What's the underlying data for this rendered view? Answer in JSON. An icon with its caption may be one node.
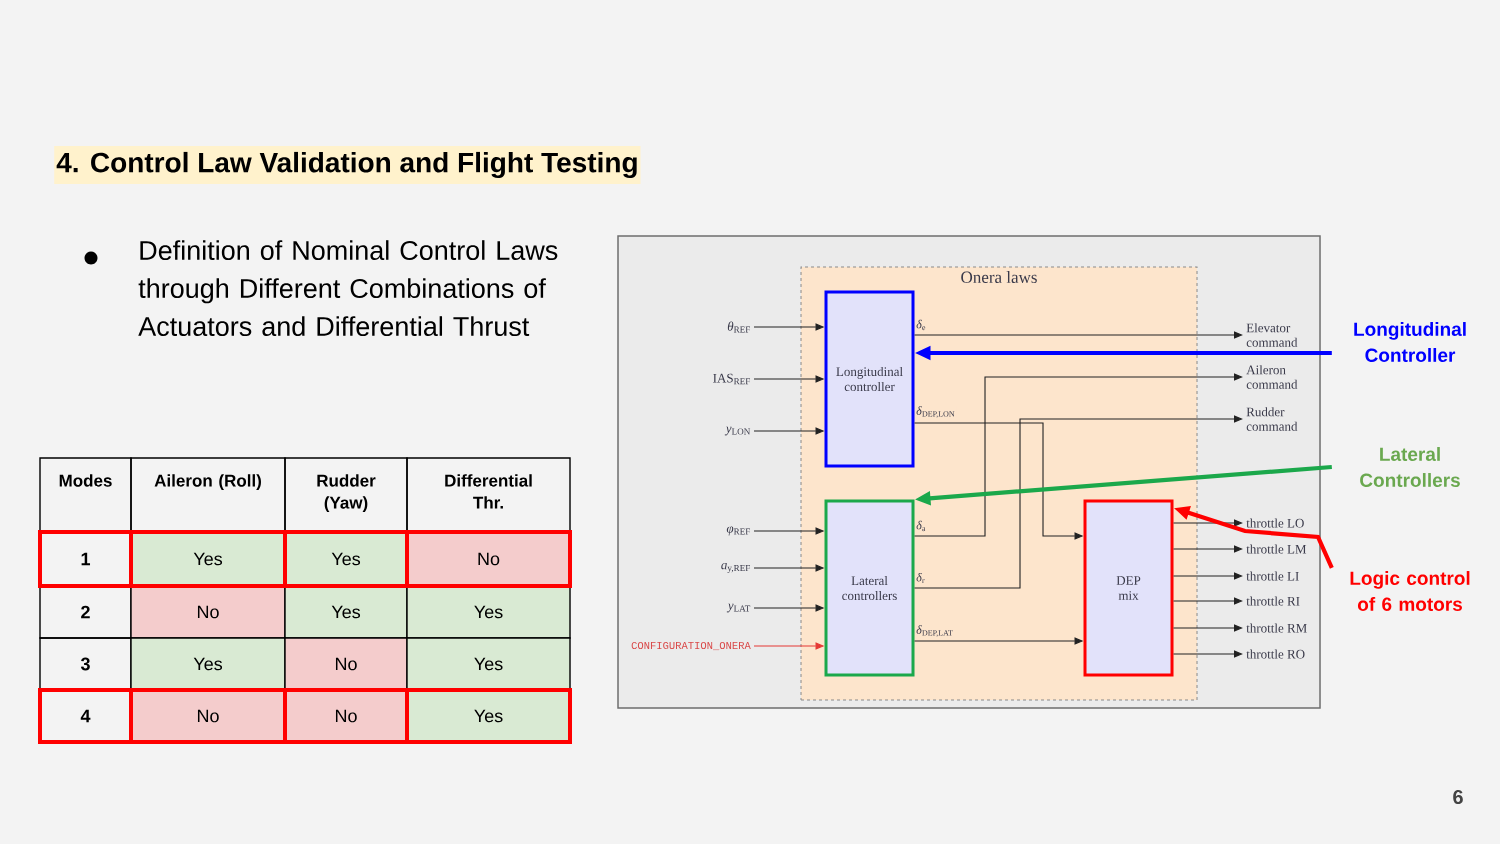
{
  "diagram": {
    "title": "4. Control Law Validation and Flight Testing",
    "nodes": [
      {
        "text": [
          "Onera laws"
        ]
      },
      {
        "text": [
          "Longitudinal controller"
        ],
        "in": 0
      },
      {
        "text": [
          "Lateral controllers"
        ],
        "in": 0
      },
      {
        "text": [
          "DEP mix"
        ],
        "in": 0
      },
      {
        "text": [
          "*θ*$_{REF}$"
        ]
      },
      {
        "text": [
          "IAS$_{REF}$"
        ]
      },
      {
        "text": [
          "*y*$_{LON}$"
        ]
      },
      {
        "text": [
          "*φ*$_{REF}$"
        ]
      },
      {
        "text": [
          "*a*$_{y,REF}$"
        ]
      },
      {
        "text": [
          "*y*$_{LAT}$"
        ]
      },
      {
        "text": [
          "CONFIGURATION_ONERA"
        ]
      },
      {
        "text": [
          "Elevator command"
        ]
      },
      {
        "text": [
          "Aileron command"
        ]
      },
      {
        "text": [
          "Rudder command"
        ]
      },
      {
        "text": [
          "throttle LO"
        ]
      },
      {
        "text": [
          "throttle LM"
        ]
      },
      {
        "text": [
          "throttle LI"
        ]
      },
      {
        "text": [
          "throttle RI"
        ]
      },
      {
        "text": [
          "throttle RM"
        ]
      },
      {
        "text": [
          "throttle RO"
        ]
      },
      {
        "text": [
          "Longitudinal Controller"
        ]
      },
      {
        "text": [
          "Lateral Controllers"
        ]
      },
      {
        "text": [
          "Logic control of 6 motors"
        ]
      }
    ],
    "edges": [
      {
        "from": 4,
        "to": 1,
        "arrow": "to"
      },
      {
        "from": 5,
        "to": 1,
        "arrow": "to"
      },
      {
        "from": 6,
        "to": 1,
        "arrow": "to"
      },
      {
        "from": 7,
        "to": 2,
        "arrow": "to"
      },
      {
        "from": 8,
        "to": 2,
        "arrow": "to"
      },
      {
        "from": 9,
        "to": 2,
        "arrow": "to"
      },
      {
        "from": 10,
        "to": 2,
        "arrow": "to",
        "color": "#e53935"
      },
      {
        "from": 1,
        "to": 11,
        "arrow": "to",
        "label": "*δ*$_{e}$"
      },
      {
        "from": 1,
        "to": 3,
        "arrow": "to",
        "label": "*δ*$_{DEP,LON}$"
      },
      {
        "from": 2,
        "to": 12,
        "arrow": "to",
        "label": "*δ*$_{a}$"
      },
      {
        "from": 2,
        "to": 13,
        "arrow": "to",
        "label": "*δ*$_{r}$"
      },
      {
        "from": 2,
        "to": 3,
        "arrow": "to",
        "label": "*δ*$_{DEP,LAT}$"
      },
      {
        "from": 3,
        "to": 14,
        "arrow": "to"
      },
      {
        "from": 3,
        "to": 15,
        "arrow": "to"
      },
      {
        "from": 3,
        "to": 16,
        "arrow": "to"
      },
      {
        "from": 3,
        "to": 17,
        "arrow": "to"
      },
      {
        "from": 3,
        "to": 18,
        "arrow": "to"
      },
      {
        "from": 3,
        "to": 19,
        "arrow": "to"
      },
      {
        "from": 20,
        "to": 1,
        "arrow": "to",
        "style": "thick",
        "color": "#0000ff"
      },
      {
        "from": 21,
        "to": 2,
        "arrow": "to",
        "style": "thick",
        "color": "#1ba84b"
      },
      {
        "from": 22,
        "to": 3,
        "arrow": "to",
        "style": "thick",
        "color": "#ff0000"
      }
    ],
    "labels": [
      "Definition of Nominal Control Laws through Different Combinations of Actuators and Differential Thrust",
      "Modes",
      "Aileron (Roll)",
      "Rudder (Yaw)",
      "Differential Thr.",
      "1",
      "Yes",
      "Yes",
      "No",
      "2",
      "No",
      "Yes",
      "Yes",
      "3",
      "Yes",
      "No",
      "Yes",
      "4",
      "No",
      "No",
      "Yes",
      "6"
    ]
  }
}
